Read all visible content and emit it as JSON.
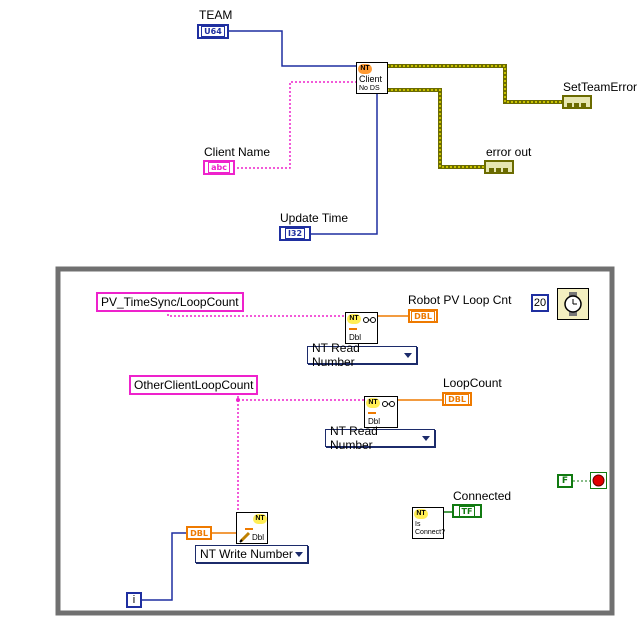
{
  "labels": {
    "team": "TEAM",
    "client_name": "Client Name",
    "update_time": "Update Time",
    "set_team_error": "SetTeamError",
    "error_out": "error out",
    "robot_pv_loop_cnt": "Robot PV Loop Cnt",
    "loop_count": "LoopCount",
    "connected": "Connected"
  },
  "terminals": {
    "team_type": "U64",
    "client_name_type": "abc",
    "update_time_type": "I32",
    "robot_pv_type": "DBL",
    "loop_count_type": "DBL",
    "write_input_type": "DBL",
    "connected_type": "TF",
    "false_const": "F",
    "iteration": "i"
  },
  "vis": {
    "client": {
      "badge": "NT",
      "line1": "Client",
      "line2": "No DS"
    },
    "read1": {
      "badge": "NT",
      "sub": "Dbl"
    },
    "read2": {
      "badge": "NT",
      "sub": "Dbl"
    },
    "write": {
      "badge": "NT",
      "sub": "Dbl"
    },
    "is_connected": {
      "badge": "NT",
      "line1": "Is",
      "line2": "Connect?"
    }
  },
  "constants": {
    "path_timesync": "PV_TimeSync/LoopCount",
    "path_other_client": "OtherClientLoopCount",
    "wait_ms": "20"
  },
  "selectors": {
    "read1": "NT Read Number",
    "read2": "NT Read Number",
    "write": "NT Write Number"
  },
  "colors": {
    "integer_wire": "#1f2fa0",
    "string_wire": "#ee22cc",
    "error_wire": "#6b6b00",
    "error_wire_highlight": "#e8e000",
    "double_wire": "#ee7a00",
    "boolean_wire": "#117a11",
    "loop_frame": "#707070"
  }
}
